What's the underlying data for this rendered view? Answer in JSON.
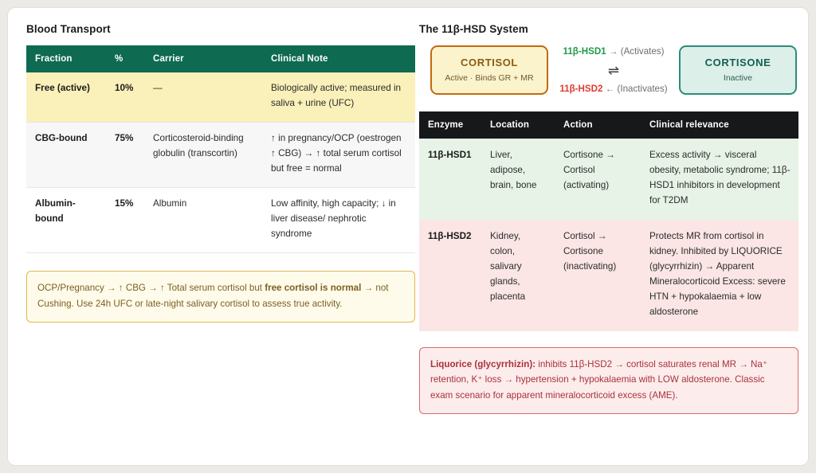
{
  "left_panel": {
    "title": "Blood Transport",
    "table": {
      "headers": [
        "Fraction",
        "%",
        "Carrier",
        "Clinical Note"
      ],
      "rows": [
        {
          "fraction": "Free (active)",
          "percent": "10%",
          "carrier": "—",
          "note": "Biologically active; measured in saliva + urine (UFC)"
        },
        {
          "fraction": "CBG-bound",
          "percent": "75%",
          "carrier": "Corticosteroid-binding globulin (transcortin)",
          "note": "↑ in pregnancy/OCP (oestrogen ↑ CBG) → ↑ total serum cortisol but free = normal"
        },
        {
          "fraction": "Albumin-bound",
          "percent": "15%",
          "carrier": "Albumin",
          "note": "Low affinity, high capacity; ↓ in liver disease/ nephrotic syndrome"
        }
      ]
    },
    "callout": {
      "text_before": "OCP/Pregnancy → ↑ CBG → ↑ Total serum cortisol but ",
      "text_bold": "free cortisol is normal",
      "text_after": " → not Cushing. Use 24h UFC or late-night salivary cortisol to assess true activity."
    }
  },
  "right_panel": {
    "title": "The 11β-HSD System",
    "diagram": {
      "left_box": {
        "name": "CORTISOL",
        "subtitle": "Active · Binds GR + MR"
      },
      "right_box": {
        "name": "CORTISONE",
        "subtitle": "Inactive"
      },
      "top_arrow": {
        "enzyme": "11β-HSD1",
        "arrow": "→",
        "effect": "(Activates)"
      },
      "equilibrium_symbol": "⇌",
      "bottom_arrow": {
        "enzyme": "11β-HSD2",
        "arrow": "←",
        "effect": "(Inactivates)"
      }
    },
    "table": {
      "headers": [
        "Enzyme",
        "Location",
        "Action",
        "Clinical relevance"
      ],
      "rows": [
        {
          "enzyme": "11β-HSD1",
          "location": "Liver, adipose, brain, bone",
          "action": "Cortisone → Cortisol (activating)",
          "relevance": "Excess activity → visceral obesity, metabolic syndrome; 11β-HSD1 inhibitors in development for T2DM"
        },
        {
          "enzyme": "11β-HSD2",
          "location": "Kidney, colon, salivary glands, placenta",
          "action": "Cortisol → Cortisone (inactivating)",
          "relevance": "Protects MR from cortisol in kidney. Inhibited by LIQUORICE (glycyrrhizin) → Apparent Mineralocorticoid Excess: severe HTN + hypokalaemia + low aldosterone"
        }
      ]
    },
    "callout": {
      "text_bold": "Liquorice (glycyrrhizin):",
      "text_after": " inhibits 11β-HSD2 → cortisol saturates renal MR → Na⁺ retention, K⁺ loss → hypertension + hypokalaemia with LOW aldosterone. Classic exam scenario for apparent mineralocorticoid excess (AME)."
    }
  },
  "colors": {
    "header_teal": "#0e6a50",
    "header_black": "#16181a",
    "row_free_yellow": "#faf0b9",
    "row_cbg_grey": "#f7f7f7",
    "row_hsd1_green": "#e7f3e7",
    "row_hsd2_pink": "#fbe5e5",
    "cortisol_border": "#c3690f",
    "cortisone_border": "#2d8b79",
    "hsd1_green_text": "#1f9b46",
    "hsd2_red_text": "#e23a32",
    "callout_yellow_border": "#e2b651",
    "callout_red_border": "#d96a6a"
  }
}
